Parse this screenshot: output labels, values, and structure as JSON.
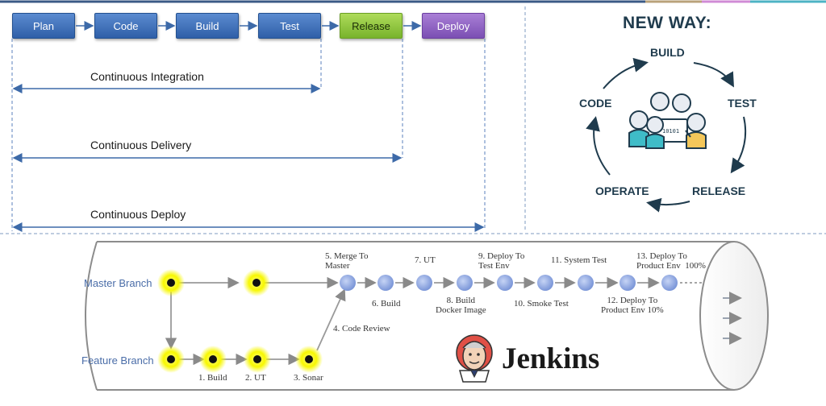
{
  "top_left": {
    "stages": [
      {
        "label": "Plan",
        "color": "#3b6dbb"
      },
      {
        "label": "Code",
        "color": "#3b6dbb"
      },
      {
        "label": "Build",
        "color": "#3b6dbb"
      },
      {
        "label": "Test",
        "color": "#3b6dbb"
      },
      {
        "label": "Release",
        "color": "#8ec63f"
      },
      {
        "label": "Deploy",
        "color": "#8a5cc2"
      }
    ],
    "spans": [
      {
        "label": "Continuous Integration"
      },
      {
        "label": "Continuous Delivery"
      },
      {
        "label": "Continuous Deploy"
      }
    ]
  },
  "top_right": {
    "title": "NEW WAY:",
    "cycle": [
      "BUILD",
      "TEST",
      "RELEASE",
      "OPERATE",
      "CODE"
    ],
    "badge": "10101"
  },
  "pipeline": {
    "branches": [
      "Master Branch",
      "Feature Branch"
    ],
    "feature_steps": [
      "1. Build",
      "2. UT",
      "3. Sonar"
    ],
    "review": "4. Code Review",
    "upper_steps": [
      "5. Merge To\nMaster",
      "7. UT",
      "9. Deploy To\nTest Env",
      "11. System Test",
      "13. Deploy To\nProduct Env  100%"
    ],
    "lower_steps": [
      "6. Build",
      "8. Build\nDocker Image",
      "10. Smoke Test",
      "12. Deploy To\nProduct Env 10%"
    ],
    "brand": "Jenkins"
  },
  "colors": {
    "accent_navy": "#1f3b4d",
    "node_glow": "#f7f700",
    "pipeline_node": "#8aa6e0",
    "arrow_blue": "#3d6aa8"
  }
}
